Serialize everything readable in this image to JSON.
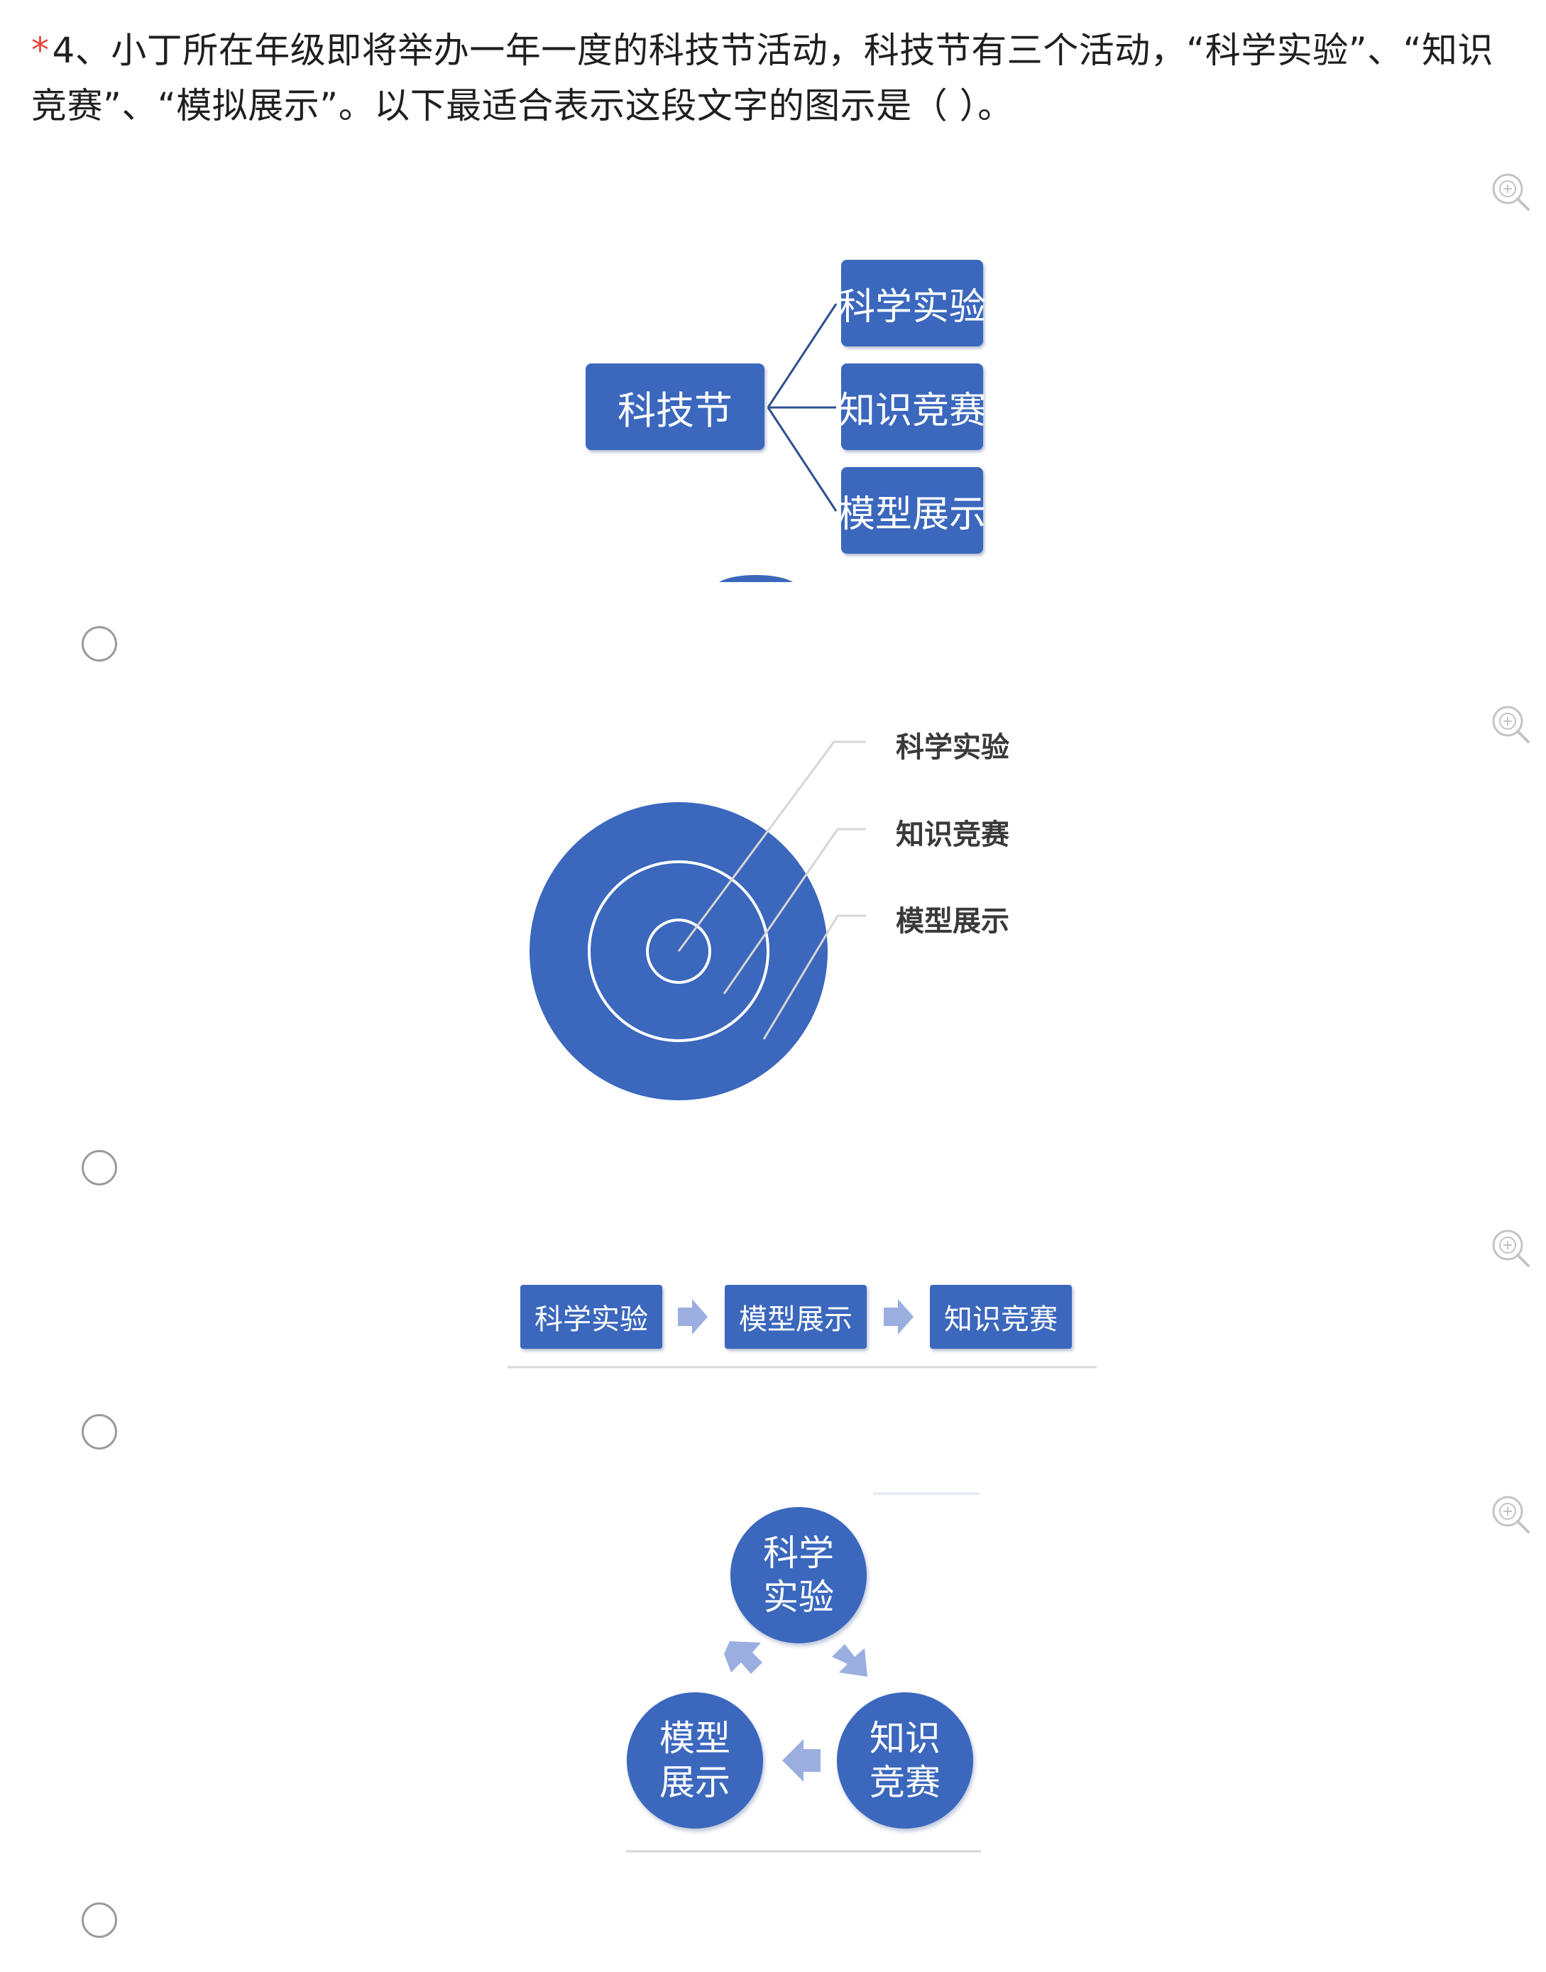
{
  "question": {
    "required_mark": "*",
    "text": "4、小丁所在年级即将举办一年一度的科技节活动，科技节有三个活动，“科学实验”、“知识竞赛”、“模拟展示”。以下最适合表示这段文字的图示是（   ）。"
  },
  "options": [
    {
      "id": "option-a",
      "diagram": "tree",
      "root": "科技节",
      "children": [
        "科学实验",
        "知识竞赛",
        "模型展示"
      ]
    },
    {
      "id": "option-b",
      "diagram": "concentric-circles",
      "labels": [
        "科学实验",
        "知识竞赛",
        "模型展示"
      ]
    },
    {
      "id": "option-c",
      "diagram": "linear-process",
      "steps": [
        "科学实验",
        "模型展示",
        "知识竞赛"
      ]
    },
    {
      "id": "option-d",
      "diagram": "cycle",
      "nodes": [
        {
          "line1": "科学",
          "line2": "实验"
        },
        {
          "line1": "知识",
          "line2": "竞赛"
        },
        {
          "line1": "模型",
          "line2": "展示"
        }
      ]
    }
  ],
  "colors": {
    "primary_blue": "#3b67bd",
    "arrow_blue": "#9aaee0",
    "required_red": "#e5443b"
  },
  "icons": {
    "zoom": "zoom-in-icon",
    "radio": "radio-unselected"
  }
}
